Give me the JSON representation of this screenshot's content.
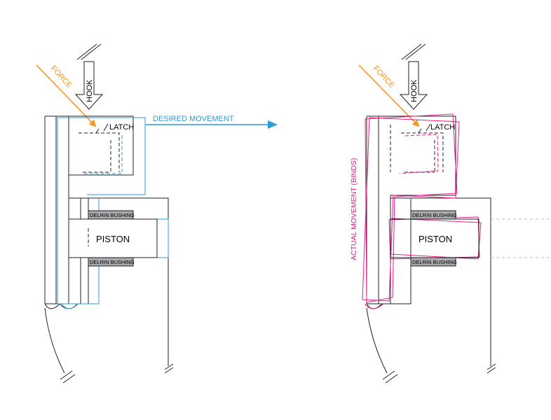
{
  "left": {
    "force_label": "FORCE",
    "hook_label": "HOOK",
    "latch_label": "LATCH",
    "movement_label": "DESIRED MOVEMENT",
    "bushing_top": "DELRIN BUSHING",
    "piston_label": "PISTON",
    "bushing_bottom": "DELRIN BUSHING"
  },
  "right": {
    "force_label": "FORCE",
    "hook_label": "HOOK",
    "latch_label": "LATCH",
    "movement_label": "ACTUAL MOVEMENT (BINDS)",
    "bushing_top": "DELRIN BUSHING",
    "piston_label": "PISTON",
    "bushing_bottom": "DELRIN BUSHING"
  },
  "colors": {
    "force": "#f7941d",
    "desired": "#2e9bd6",
    "actual": "#e0218a",
    "line": "#231f20",
    "bushing": "#a7a9ac"
  }
}
